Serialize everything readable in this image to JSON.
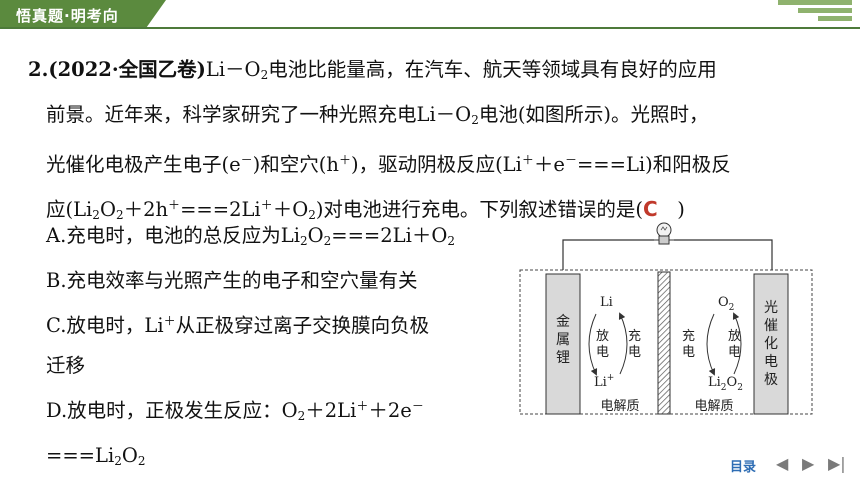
{
  "header": {
    "tab_title": "悟真题·明考向"
  },
  "question": {
    "number_source": "2.(2022·全国乙卷)",
    "line1_a": "Li－O",
    "line1_sub": "2",
    "line1_b": "电池比能量高，在汽车、航天等领域具有良好的应用",
    "line2_a": "前景。近年来，科学家研究了一种光照充电Li－O",
    "line2_sub": "2",
    "line2_b": "电池(如图所示)。光照时，",
    "line3_a": "光催化电极产生电子(e",
    "line3_sup1": "－",
    "line3_b": ")和空穴(h",
    "line3_sup2": "＋",
    "line3_c": ")，驱动阴极反应(Li",
    "line3_sup3": "＋",
    "line3_d": "＋e",
    "line3_sup4": "－",
    "line3_e": "===Li)和阳极反",
    "line4_a": "应(Li",
    "line4_sub1": "2",
    "line4_b": "O",
    "line4_sub2": "2",
    "line4_c": "＋2h",
    "line4_sup1": "＋",
    "line4_d": "===2Li",
    "line4_sup2": "＋",
    "line4_e": "＋O",
    "line4_sub3": "2",
    "line4_f": ")对电池进行充电。下列叙述错误的是(",
    "answer": "C",
    "line4_close": ")"
  },
  "options": {
    "a_text": "A.充电时，电池的总反应为Li",
    "a_sub1": "2",
    "a_mid": "O",
    "a_sub2": "2",
    "a_end": "===2Li＋O",
    "a_sub3": "2",
    "b_text": "B.充电效率与光照产生的电子和空穴量有关",
    "c_text": "C.放电时，Li",
    "c_sup": "＋",
    "c_end": "从正极穿过离子交换膜向负极",
    "c_line2": "迁移",
    "d_text": "D.放电时，正极发生反应：O",
    "d_sub1": "2",
    "d_mid": "＋2Li",
    "d_sup1": "＋",
    "d_mid2": "＋2e",
    "d_sup2": "－",
    "d_line2": "===Li",
    "d_sub2": "2",
    "d_line2b": "O",
    "d_sub3": "2"
  },
  "diagram": {
    "left_electrode": [
      "金",
      "属",
      "锂"
    ],
    "right_electrode": [
      "光",
      "催",
      "化",
      "电",
      "极"
    ],
    "left_top_species": "Li",
    "left_bottom_species": "Li",
    "left_bottom_sup": "+",
    "left_discharge": [
      "放",
      "电"
    ],
    "left_charge": [
      "充",
      "电"
    ],
    "right_top_species": "O",
    "right_top_sub": "2",
    "right_bottom_species": "Li",
    "right_bottom_sub1": "2",
    "right_bottom_o": "O",
    "right_bottom_sub2": "2",
    "right_charge": [
      "充",
      "电"
    ],
    "right_discharge": [
      "放",
      "电"
    ],
    "electrolyte_left": "电解质",
    "electrolyte_right": "电解质"
  },
  "footer": {
    "toc_label": "目录",
    "prev": "◀",
    "next": "▶",
    "last": "▶|"
  },
  "colors": {
    "brand_green": "#5b8a3e",
    "answer_red": "#c0392b",
    "link_blue": "#2e6db4"
  }
}
